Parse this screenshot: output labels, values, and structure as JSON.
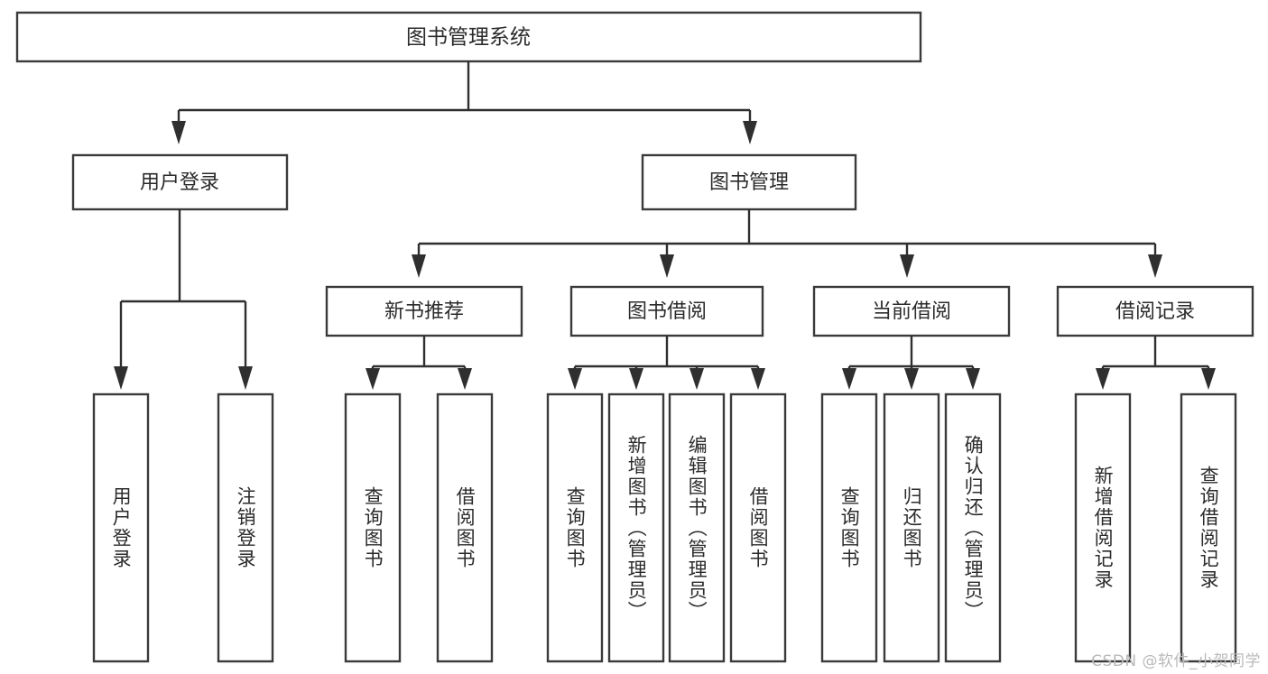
{
  "diagram": {
    "title": "图书管理系统",
    "type": "hierarchy-tree",
    "watermark": "CSDN @软件_小贺同学",
    "colors": {
      "box_stroke": "#3a3a3a",
      "connector": "#2f2f2f",
      "background": "#ffffff",
      "text": "#2b2b2b",
      "watermark": "#b9b9b9"
    },
    "root": {
      "label": "图书管理系统"
    },
    "level2": [
      {
        "id": "user-login",
        "label": "用户登录"
      },
      {
        "id": "book-manage",
        "label": "图书管理"
      }
    ],
    "level3": [
      {
        "id": "new-book-recommend",
        "label": "新书推荐"
      },
      {
        "id": "book-borrow",
        "label": "图书借阅"
      },
      {
        "id": "current-borrow",
        "label": "当前借阅"
      },
      {
        "id": "borrow-record",
        "label": "借阅记录"
      }
    ],
    "leaves": {
      "user-login": [
        {
          "id": "leaf-user-login",
          "label": "用户登录"
        },
        {
          "id": "leaf-logout",
          "label": "注销登录"
        }
      ],
      "new-book-recommend": [
        {
          "id": "leaf-query-book-1",
          "label": "查询图书"
        },
        {
          "id": "leaf-borrow-book-1",
          "label": "借阅图书"
        }
      ],
      "book-borrow": [
        {
          "id": "leaf-query-book-2",
          "label": "查询图书"
        },
        {
          "id": "leaf-add-book",
          "label": "新增图书（管理员）"
        },
        {
          "id": "leaf-edit-book",
          "label": "编辑图书（管理员）"
        },
        {
          "id": "leaf-borrow-book-2",
          "label": "借阅图书"
        }
      ],
      "current-borrow": [
        {
          "id": "leaf-query-book-3",
          "label": "查询图书"
        },
        {
          "id": "leaf-return-book",
          "label": "归还图书"
        },
        {
          "id": "leaf-confirm-return",
          "label": "确认归还（管理员）"
        }
      ],
      "borrow-record": [
        {
          "id": "leaf-add-record",
          "label": "新增借阅记录"
        },
        {
          "id": "leaf-query-record",
          "label": "查询借阅记录"
        }
      ]
    }
  }
}
